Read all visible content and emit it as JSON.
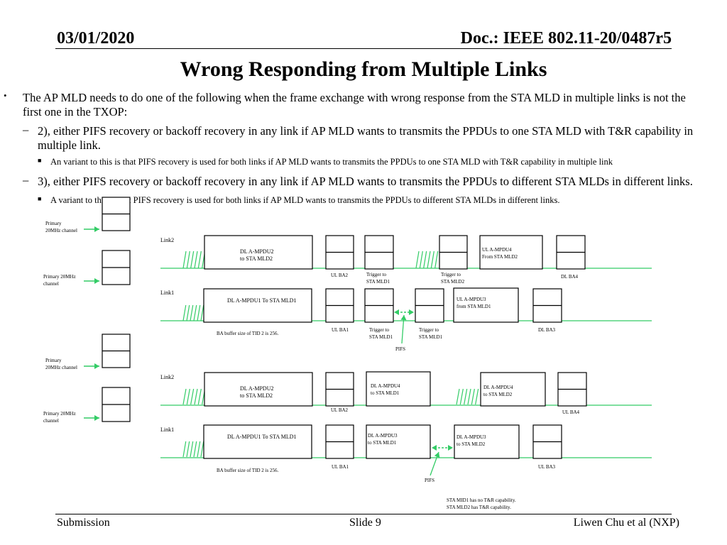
{
  "header": {
    "date": "03/01/2020",
    "doc": "Doc.: IEEE 802.11-20/0487r5"
  },
  "title": "Wrong Responding from Multiple Links",
  "bullets": {
    "b1_line1": "The AP MLD needs to do one of the following when the frame exchange with wrong response from the STA MLD in multiple links is not the",
    "b1_line2": "first one in the TXOP:",
    "d1_line1": "2), either PIFS recovery or backoff recovery in any link if AP MLD wants to transmits the PPDUs to one STA MLD with T&R capability in",
    "d1_line2": "multiple link.",
    "s1": "An variant to this is that PIFS recovery is used for both links if AP MLD wants to transmits the PPDUs to one STA MLD with T&R capability in multiple link",
    "d2": "3), either PIFS recovery or backoff recovery in any link if AP MLD wants to transmits the PPDUs to different STA MLDs in different links.",
    "s2": "A variant to this is that PIFS recovery is used for both links if AP MLD wants to transmits the PPDUs to different STA MLDs in different links."
  },
  "diagram": {
    "line_color": "#33CC66",
    "top": {
      "primary2": [
        "Primary",
        "20MHz  channel"
      ],
      "link2": "Link2",
      "primary1": [
        "Primary 20MHz",
        "channel"
      ],
      "link1": "Link1",
      "dl_ampdu2": [
        "DL A-MPDU2",
        "to STA MLD2"
      ],
      "ul_ampdu4": [
        "UL A-MPDU4",
        "From  STA MLD2"
      ],
      "ul_ba2": "UL BA2",
      "trigger_l2a": [
        "Trigger to",
        "STA MLD1"
      ],
      "trigger_l2b": [
        "Trigger to",
        "STA MLD2"
      ],
      "dl_ba4": "DL BA4",
      "dl_ampdu1": "DL A-MPDU1 To STA MLD1",
      "ul_ampdu3": [
        "UL A-MPDU3",
        "from STA MLD1"
      ],
      "ul_ba1": "UL BA1",
      "trigger_l1a": [
        "Trigger to",
        "STA MLD1"
      ],
      "trigger_l1b": [
        "Trigger to",
        "STA MLD1"
      ],
      "dl_ba3": "DL BA3",
      "ba_note": "BA buffer size of TID 2 is 256.",
      "pifs": "PIFS"
    },
    "bottom": {
      "primary2": [
        "Primary",
        "20MHz  channel"
      ],
      "link2": "Link2",
      "primary1": [
        "Primary 20MHz",
        "channel"
      ],
      "link1": "Link1",
      "dl_ampdu2": [
        "DL A-MPDU2",
        "to STA MLD2"
      ],
      "dl_ampdu4a": [
        "DL A-MPDU4",
        "to  STA MLD1"
      ],
      "dl_ampdu4b": [
        "DL A-MPDU4",
        "to  STA MLD2"
      ],
      "ul_ba2": "UL BA2",
      "ul_ba4": "UL BA4",
      "dl_ampdu1": "DL A-MPDU1 To STA MLD1",
      "dl_ampdu3a": [
        "DL A-MPDU3",
        "to STA MLD1"
      ],
      "dl_ampdu3b": [
        "DL A-MPDU3",
        "to STA MLD2"
      ],
      "ul_ba1": "UL BA1",
      "ul_ba3": "UL BA3",
      "ba_note": "BA buffer size of TID 2 is 256.",
      "pifs": "PIFS",
      "note": [
        "STA MID1 has no T&R capability.",
        "STA MLD2 has T&R capability."
      ]
    }
  },
  "footer": {
    "left": "Submission",
    "center": "Slide 9",
    "right": "Liwen Chu et al (NXP)"
  }
}
